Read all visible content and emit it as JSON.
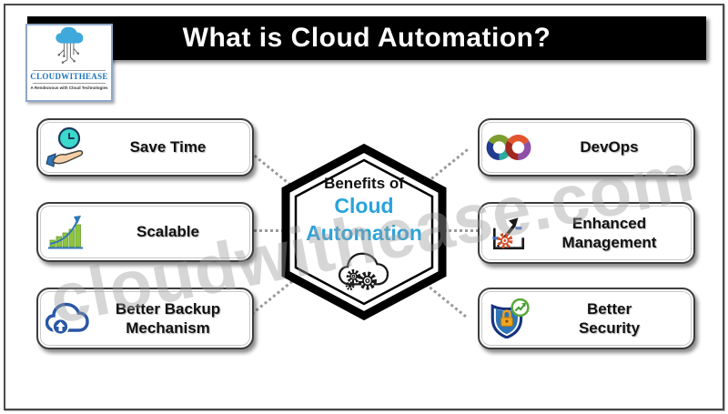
{
  "title_bar": {
    "title": "What is Cloud Automation?"
  },
  "logo": {
    "name": "CLOUDWITHEASE",
    "tagline": "A Rendezvous with Cloud Technologies"
  },
  "hexagon": {
    "line1": "Benefits of",
    "line2": "Cloud",
    "line3": "Automation"
  },
  "benefits": {
    "left": [
      {
        "label": "Save Time",
        "icon": "clock-in-hand-icon"
      },
      {
        "label": "Scalable",
        "icon": "growth-chart-icon"
      },
      {
        "label": "Better Backup\nMechanism",
        "icon": "cloud-upload-icon"
      }
    ],
    "right": [
      {
        "label": "DevOps",
        "icon": "devops-infinity-icon"
      },
      {
        "label": "Enhanced\nManagement",
        "icon": "gear-arrow-box-icon"
      },
      {
        "label": "Better\nSecurity",
        "icon": "shield-lock-growth-icon"
      }
    ]
  },
  "watermark": "cloudwithease.com",
  "colors": {
    "accent_blue": "#29A3DC",
    "title_bar_bg": "#000000",
    "logo_text_blue": "#1B75BC",
    "connector_gray": "#9a9a9a"
  }
}
